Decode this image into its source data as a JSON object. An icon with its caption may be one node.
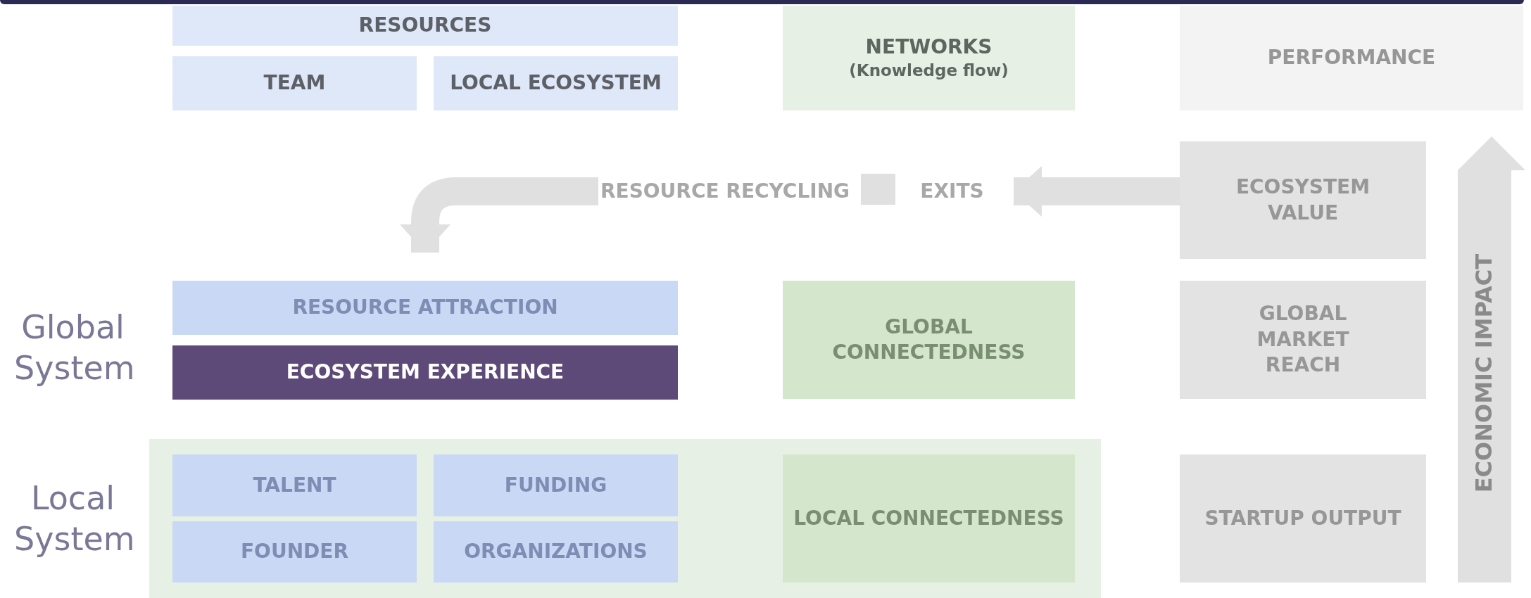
{
  "diagram": {
    "nodes": [
      {
        "text": [
          "RESOURCES"
        ]
      },
      {
        "text": [
          "TEAM"
        ]
      },
      {
        "text": [
          "LOCAL ECOSYSTEM"
        ]
      },
      {
        "text": [
          "NETWORKS",
          "(Knowledge flow)"
        ]
      },
      {
        "text": [
          "PERFORMANCE"
        ]
      },
      {
        "text": [
          "RESOURCE RECYCLING"
        ]
      },
      {
        "text": [],
        "shape": "box"
      },
      {
        "text": [
          "EXITS"
        ]
      },
      {
        "text": [
          "ECOSYSTEM VALUE"
        ]
      },
      {
        "text": [
          "RESOURCE ATTRACTION"
        ]
      },
      {
        "text": [
          "ECOSYSTEM EXPERIENCE"
        ]
      },
      {
        "text": [
          "GLOBAL CONNECTEDNESS"
        ]
      },
      {
        "text": [
          "GLOBAL MARKET REACH"
        ]
      },
      {
        "text": [],
        "shape": "box"
      },
      {
        "text": [
          "TALENT"
        ],
        "in": 13
      },
      {
        "text": [
          "FUNDING"
        ],
        "in": 13
      },
      {
        "text": [
          "FOUNDER"
        ],
        "in": 13
      },
      {
        "text": [
          "ORGANIZATIONS"
        ],
        "in": 13
      },
      {
        "text": [
          "LOCAL CONNECTEDNESS"
        ],
        "in": 13
      },
      {
        "text": [
          "STARTUP OUTPUT"
        ]
      },
      {
        "text": [
          "ECONOMIC IMPACT"
        ]
      }
    ],
    "edges": [
      {
        "from": 8,
        "to": 7,
        "arrow": "to"
      },
      {
        "from": 5,
        "to": 9,
        "arrow": "to"
      }
    ],
    "labels": [
      "Global System",
      "Local System"
    ]
  }
}
